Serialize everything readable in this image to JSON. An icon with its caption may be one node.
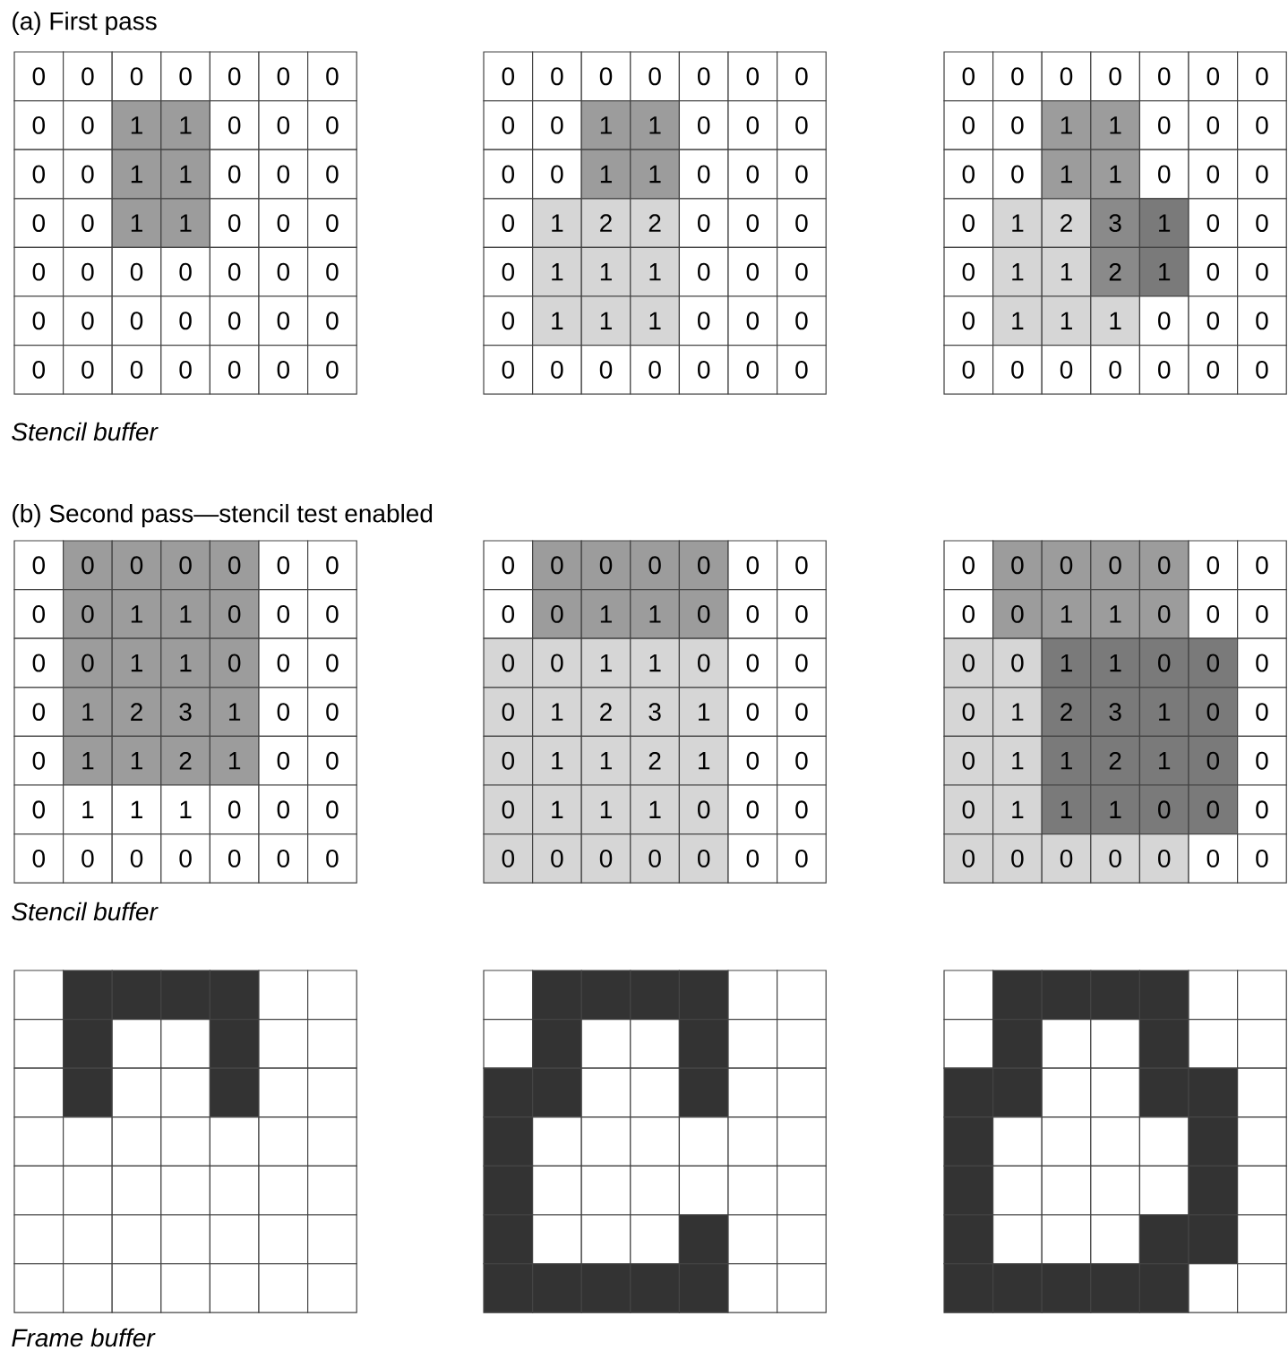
{
  "diagram": {
    "labels": [
      "(a) First pass",
      "0",
      "0",
      "0",
      "0",
      "0",
      "0",
      "0",
      "0",
      "0",
      "1",
      "1",
      "0",
      "0",
      "0",
      "0",
      "0",
      "1",
      "1",
      "0",
      "0",
      "0",
      "0",
      "0",
      "1",
      "1",
      "0",
      "0",
      "0",
      "0",
      "0",
      "0",
      "0",
      "0",
      "0",
      "0",
      "0",
      "0",
      "0",
      "0",
      "0",
      "0",
      "0",
      "0",
      "0",
      "0",
      "0",
      "0",
      "0",
      "0",
      "0",
      "0",
      "0",
      "0",
      "0",
      "0",
      "0",
      "0",
      "0",
      "1",
      "1",
      "0",
      "0",
      "0",
      "0",
      "0",
      "1",
      "1",
      "0",
      "0",
      "0",
      "0",
      "1",
      "2",
      "2",
      "0",
      "0",
      "0",
      "0",
      "1",
      "1",
      "1",
      "0",
      "0",
      "0",
      "0",
      "1",
      "1",
      "1",
      "0",
      "0",
      "0",
      "0",
      "0",
      "0",
      "0",
      "0",
      "0",
      "0",
      "0",
      "0",
      "0",
      "0",
      "0",
      "0",
      "0",
      "0",
      "0",
      "1",
      "1",
      "0",
      "0",
      "0",
      "0",
      "0",
      "1",
      "1",
      "0",
      "0",
      "0",
      "0",
      "1",
      "2",
      "3",
      "1",
      "0",
      "0",
      "0",
      "1",
      "1",
      "2",
      "1",
      "0",
      "0",
      "0",
      "1",
      "1",
      "1",
      "0",
      "0",
      "0",
      "0",
      "0",
      "0",
      "0",
      "0",
      "0",
      "0",
      "Stencil buffer",
      "(b) Second pass—stencil test enabled",
      "0",
      "0",
      "0",
      "0",
      "0",
      "0",
      "0",
      "0",
      "0",
      "1",
      "1",
      "0",
      "0",
      "0",
      "0",
      "0",
      "1",
      "1",
      "0",
      "0",
      "0",
      "0",
      "1",
      "2",
      "3",
      "1",
      "0",
      "0",
      "0",
      "1",
      "1",
      "2",
      "1",
      "0",
      "0",
      "0",
      "1",
      "1",
      "1",
      "0",
      "0",
      "0",
      "0",
      "0",
      "0",
      "0",
      "0",
      "0",
      "0",
      "0",
      "0",
      "0",
      "0",
      "0",
      "0",
      "0",
      "0",
      "0",
      "1",
      "1",
      "0",
      "0",
      "0",
      "0",
      "0",
      "1",
      "1",
      "0",
      "0",
      "0",
      "0",
      "1",
      "2",
      "3",
      "1",
      "0",
      "0",
      "0",
      "1",
      "1",
      "2",
      "1",
      "0",
      "0",
      "0",
      "1",
      "1",
      "1",
      "0",
      "0",
      "0",
      "0",
      "0",
      "0",
      "0",
      "0",
      "0",
      "0",
      "0",
      "0",
      "0",
      "0",
      "0",
      "0",
      "0",
      "0",
      "0",
      "1",
      "1",
      "0",
      "0",
      "0",
      "0",
      "0",
      "1",
      "1",
      "0",
      "0",
      "0",
      "0",
      "1",
      "2",
      "3",
      "1",
      "0",
      "0",
      "0",
      "1",
      "1",
      "2",
      "1",
      "0",
      "0",
      "0",
      "1",
      "1",
      "1",
      "0",
      "0",
      "0",
      "0",
      "0",
      "0",
      "0",
      "0",
      "0",
      "0",
      "Stencil buffer",
      "Frame buffer"
    ]
  }
}
